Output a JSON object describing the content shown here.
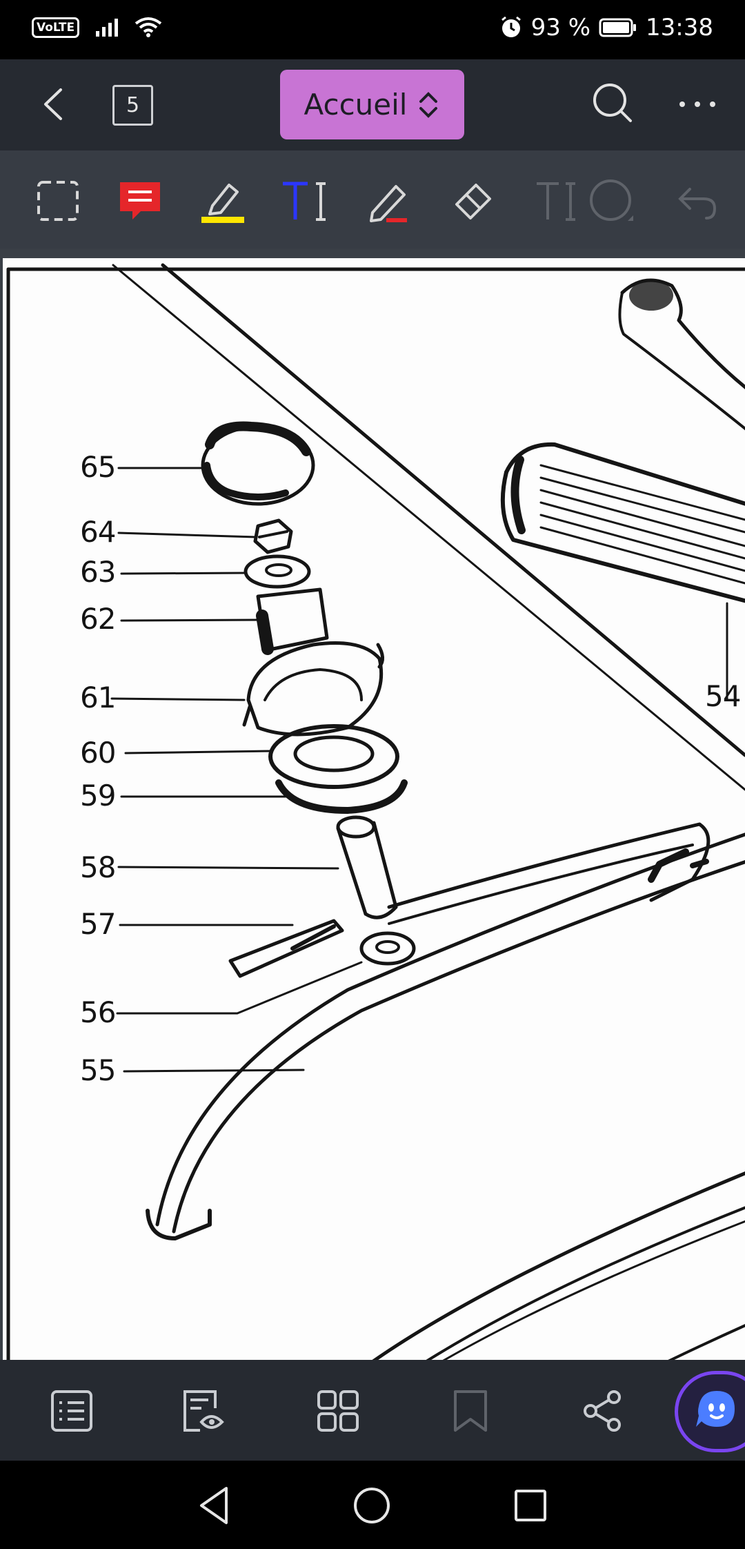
{
  "status_bar": {
    "volte": "VoLTE",
    "battery_percent": "93 %",
    "time": "13:38",
    "icons": [
      "signal-icon",
      "wifi-icon",
      "alarm-icon",
      "battery-icon"
    ]
  },
  "top_bar": {
    "page_number": "5",
    "document_menu": "Accueil",
    "icons": [
      "back-icon",
      "search-icon",
      "more-icon",
      "chevron-up-down-icon"
    ]
  },
  "tools": [
    "select-area-icon",
    "comment-icon",
    "highlighter-icon",
    "text-icon",
    "pen-icon",
    "eraser-icon",
    "text-box-icon",
    "shape-icon",
    "undo-icon"
  ],
  "tool_colors": {
    "comment": "#e5262a",
    "highlighter": "#ffe600",
    "text": "#2b36ff",
    "pen": "#e5262a"
  },
  "document": {
    "part_labels": {
      "p65": "65",
      "p64": "64",
      "p63": "63",
      "p62": "62",
      "p61": "61",
      "p60": "60",
      "p59": "59",
      "p58": "58",
      "p57": "57",
      "p56": "56",
      "p55": "55",
      "p54": "54"
    }
  },
  "bottom_bar": [
    "outline-icon",
    "read-mode-icon",
    "thumbnails-icon",
    "bookmark-icon",
    "share-icon",
    "ai-assistant-icon"
  ],
  "nav_bar": [
    "nav-back-icon",
    "nav-home-icon",
    "nav-recents-icon"
  ]
}
